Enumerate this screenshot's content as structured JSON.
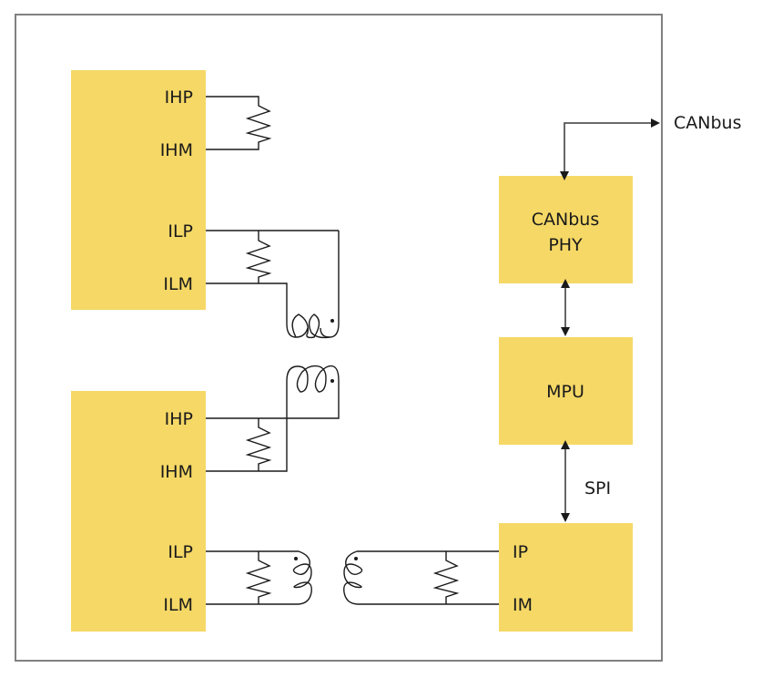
{
  "diagram": {
    "colors": {
      "block_fill": "#f5d866",
      "wire": "#1a1a1a",
      "frame": "#808080"
    },
    "sensor_block_1": {
      "pins": [
        "IHP",
        "IHM",
        "ILP",
        "ILM"
      ]
    },
    "sensor_block_2": {
      "pins": [
        "IHP",
        "IHM",
        "ILP",
        "ILM"
      ]
    },
    "canbus_phy": {
      "line1": "CANbus",
      "line2": "PHY"
    },
    "mpu": {
      "label": "MPU"
    },
    "meter_ic": {
      "pins": [
        "IP",
        "IM"
      ]
    },
    "links": {
      "spi_label": "SPI",
      "canbus_external_label": "CANbus"
    },
    "components": [
      "resistor-1",
      "resistor-2",
      "coil-1",
      "resistor-3",
      "coil-2",
      "resistor-4",
      "transformer-primary",
      "transformer-secondary",
      "resistor-5"
    ]
  }
}
